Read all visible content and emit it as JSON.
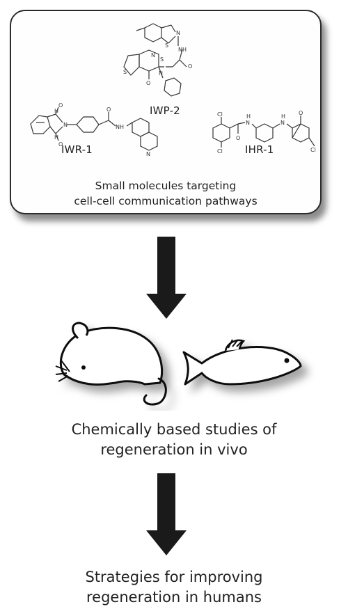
{
  "molecules": [
    {
      "label": "IWP-2"
    },
    {
      "label": "IWR-1"
    },
    {
      "label": "IHR-1"
    }
  ],
  "atoms": {
    "iwp2": [
      "S",
      "N",
      "NH",
      "S",
      "O",
      "N",
      "N",
      "S",
      "O"
    ],
    "iwr1": [
      "H",
      "O",
      "N",
      "H",
      "O",
      "O",
      "NH",
      "N"
    ],
    "ihr1": [
      "Cl",
      "H",
      "N",
      "H",
      "N",
      "O",
      "Cl",
      "O",
      "Cl"
    ]
  },
  "box_caption": {
    "line1": "Small molecules targeting",
    "line2": "cell-cell communication pathways"
  },
  "steps": [
    {
      "line1": "Chemically based studies of",
      "line2": "regeneration in vivo"
    },
    {
      "line1": "Strategies for improving",
      "line2": "regeneration in humans"
    }
  ],
  "icons": [
    "mouse-icon",
    "fish-icon",
    "down-arrow-icon"
  ]
}
